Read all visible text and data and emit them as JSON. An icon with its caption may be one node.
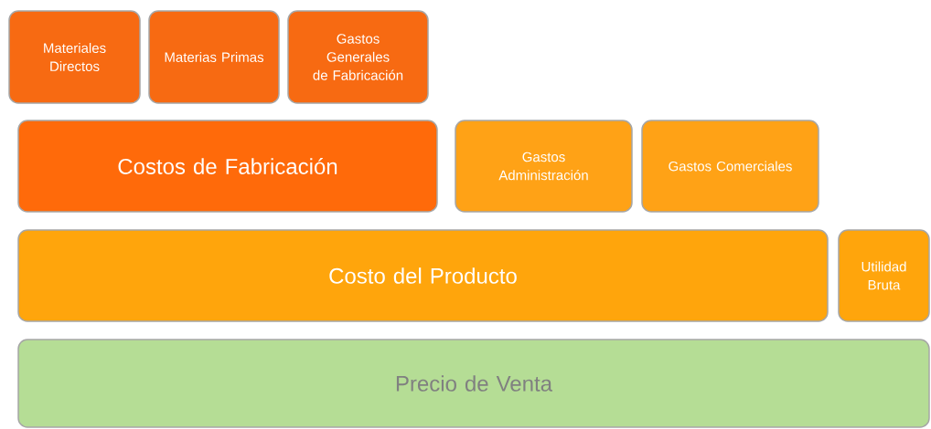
{
  "diagram": {
    "nodes": [
      {
        "text": [
          "Materiales Directos"
        ]
      },
      {
        "text": [
          "Materias Primas"
        ]
      },
      {
        "text": [
          "Gastos Generales de Fabricación"
        ]
      },
      {
        "text": [
          "Costos de Fabricación"
        ]
      },
      {
        "text": [
          "Gastos Administración"
        ]
      },
      {
        "text": [
          "Gastos Comerciales"
        ]
      },
      {
        "text": [
          "Costo del Producto"
        ]
      },
      {
        "text": [
          "Utilidad Bruta"
        ]
      },
      {
        "text": [
          "Precio de Venta"
        ]
      }
    ]
  }
}
